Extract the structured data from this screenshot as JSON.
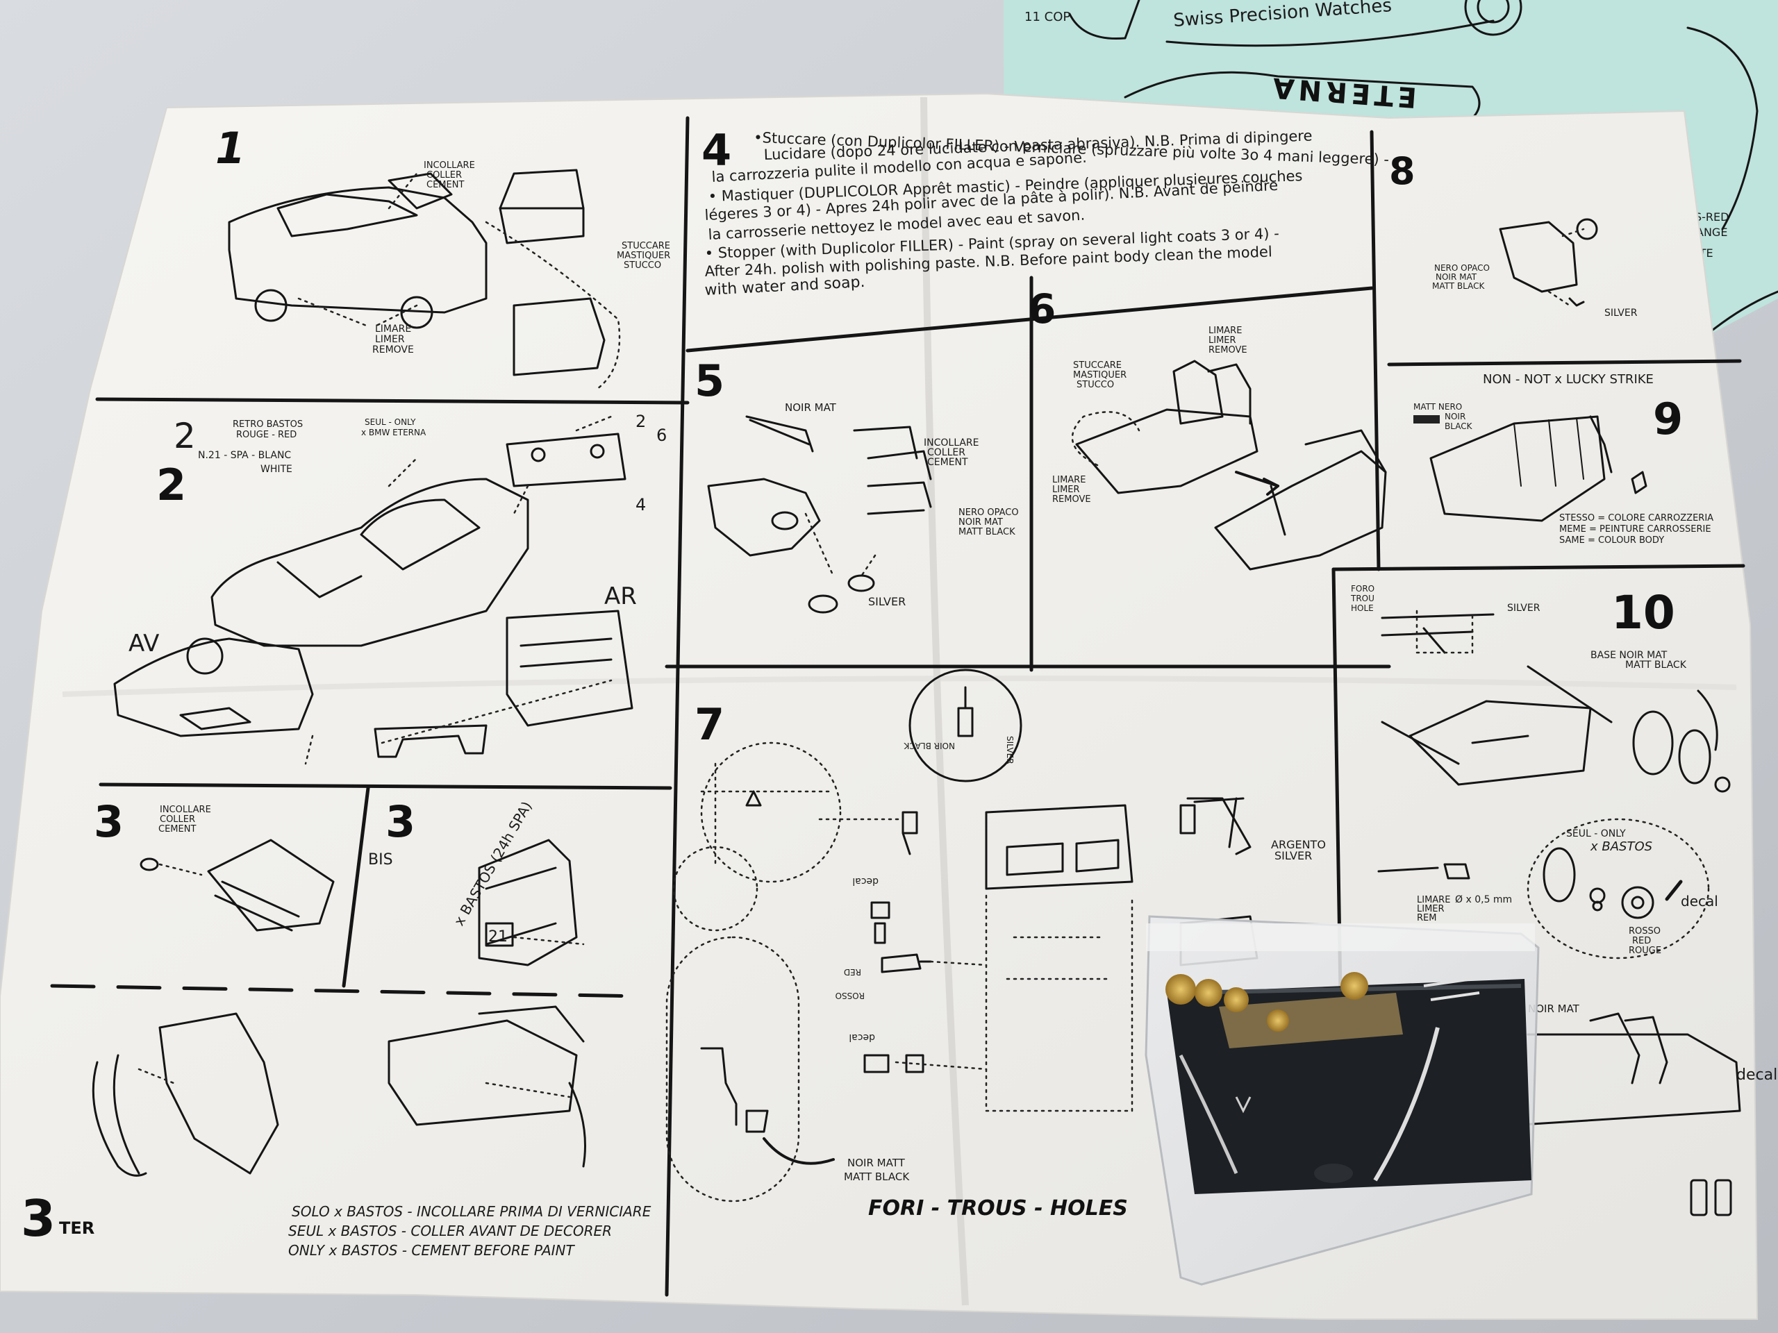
{
  "colors": {
    "background": "#cfd2d6",
    "paper": "#f4f3f0",
    "decal_sheet": "#bfe3dd",
    "ink": "#151515"
  },
  "decal_sheet": {
    "text_top": "Swiss Precision Watches",
    "text_eterna": "ETERNA",
    "text_code": "11 COP",
    "text_red": "S-RED",
    "text_ange": "ANGE",
    "text_ite": "ITE"
  },
  "steps": {
    "s1": {
      "num": "1",
      "incollare": [
        "INCOLLARE",
        "COLLER",
        "CEMENT"
      ],
      "stuccare": [
        "STUCCARE",
        "MASTIQUER",
        "STUCCO"
      ],
      "limare": [
        "LIMARE",
        "LIMER",
        "REMOVE"
      ]
    },
    "s2": {
      "num": "2",
      "num_small": "2",
      "retro": [
        "RETRO BASTOS",
        "ROUGE - RED"
      ],
      "n21": "N.21 - SPA - BLANC",
      "white": "WHITE",
      "seul": [
        "SEUL - ONLY",
        "x BMW ETERNA"
      ],
      "n2": "2",
      "n6": "6",
      "n4": "4",
      "av": "AV",
      "ar": "AR"
    },
    "s3": {
      "num": "3",
      "incollare": [
        "INCOLLARE",
        "COLLER",
        "CEMENT"
      ]
    },
    "s3bis": {
      "num": "3",
      "bis": "BIS",
      "bastos": "x BASTOS (24h SPA)",
      "plate": "21"
    },
    "s3ter": {
      "num": "3",
      "ter": "TER",
      "lines": [
        "SOLO x BASTOS - INCOLLARE PRIMA DI VERNICIARE",
        "SEUL x BASTOS - COLLER AVANT DE DECORER",
        "ONLY x BASTOS - CEMENT BEFORE PAINT"
      ]
    },
    "s4": {
      "num": "4",
      "lines": [
        "•Stuccare (con Duplicolor FILLER) - Verniciare (spruzzare più volte 3o 4 mani leggere) -",
        "Lucidare (dopo 24 ore lucidate con pasta abrasiva). N.B. Prima di dipingere",
        "la carrozzeria pulite il modello con acqua e sapone.",
        "• Mastiquer (DUPLICOLOR Apprêt mastic) - Peindre (appliquer plusieures couches",
        "légeres 3 or 4) - Apres 24h polir avec de la pâte à polir). N.B. Avant de peindre",
        "la carrosserie nettoyez le model avec eau et savon.",
        "• Stopper (with Duplicolor FILLER) - Paint (spray on several light coats 3 or 4) -",
        "After 24h. polish with polishing paste. N.B. Before paint body clean the model",
        "with water and soap."
      ]
    },
    "s5": {
      "num": "5",
      "noir_mat": "NOIR MAT",
      "incollare": [
        "INCOLLARE",
        "COLLER",
        "CEMENT"
      ],
      "nero": [
        "NERO OPACO",
        "NOIR MAT",
        "MATT BLACK"
      ],
      "silver": "SILVER"
    },
    "s6": {
      "num": "6",
      "limare_top": [
        "LIMARE",
        "LIMER",
        "REMOVE"
      ],
      "stuccare": [
        "STUCCARE",
        "MASTIQUER",
        "STUCCO"
      ],
      "limare_bottom": [
        "LIMARE",
        "LIMER",
        "REMOVE"
      ]
    },
    "s7": {
      "num": "7",
      "noir_black": "NOIR BLACK",
      "silver": "SILVER",
      "argento": [
        "ARGENTO",
        "SILVER"
      ],
      "decal1": "decal",
      "decal2": "decal",
      "rosso": [
        "ROSSO",
        "RED"
      ],
      "noir_matt": [
        "NOIR MATT",
        "MATT BLACK"
      ],
      "fori": "FORI - TROUS - HOLES"
    },
    "s8": {
      "num": "8",
      "nero": [
        "NERO OPACO",
        "NOIR MAT",
        "MATT BLACK"
      ],
      "silver": "SILVER"
    },
    "s9": {
      "num": "9",
      "header": "NON - NOT x   LUCKY STRIKE",
      "matt": [
        "MATT NERO",
        "NOIR",
        "BLACK"
      ],
      "stesso": [
        "STESSO = COLORE CARROZZERIA",
        "MEME = PEINTURE CARROSSERIE",
        "SAME = COLOUR BODY"
      ]
    },
    "s10": {
      "num": "10",
      "foro": [
        "FORO",
        "TROU",
        "HOLE"
      ],
      "silver": "SILVER",
      "base": [
        "BASE NOIR MAT",
        "MATT BLACK"
      ],
      "seul": [
        "SEUL - ONLY",
        "x BASTOS"
      ],
      "limare": [
        "LIMARE",
        "LIMER",
        "REM"
      ],
      "size": "Ø x 0,5 mm",
      "decal": "decal",
      "rosso": [
        "ROSSO",
        "RED",
        "ROUGE"
      ],
      "noir_mat": "NOIR MAT",
      "decal2": "decal"
    }
  }
}
